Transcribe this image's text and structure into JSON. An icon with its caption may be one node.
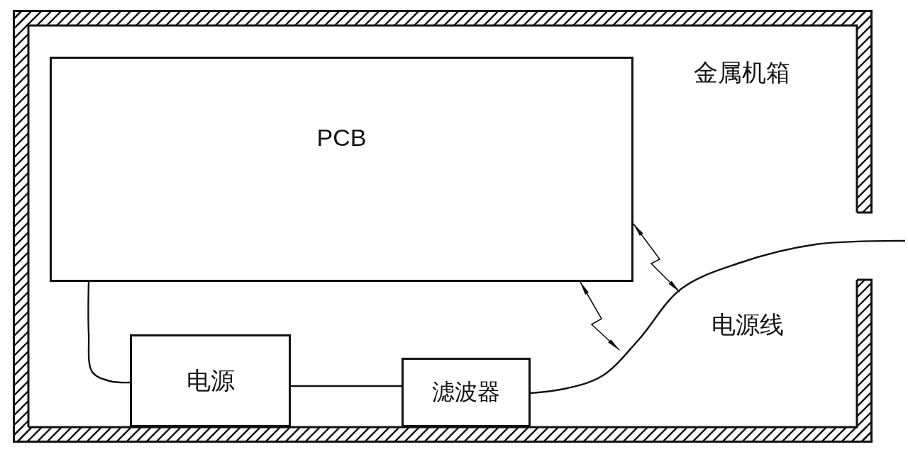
{
  "diagram": {
    "nodes": [
      {
        "text": [
          "金属机箱"
        ]
      },
      {
        "text": [
          "PCB"
        ],
        "in": 0
      },
      {
        "text": [
          "电源"
        ],
        "in": 0
      },
      {
        "text": [
          "滤波器"
        ],
        "in": 0
      }
    ],
    "edges": [
      {
        "from": 1,
        "to": 2,
        "arrow": "none"
      },
      {
        "from": 2,
        "to": 3,
        "arrow": "none"
      },
      {
        "from": 3,
        "to": null,
        "arrow": "none",
        "label": "电源线"
      },
      {
        "from": 1,
        "to": null,
        "arrow": "both"
      },
      {
        "from": 1,
        "to": null,
        "arrow": "both"
      }
    ]
  }
}
